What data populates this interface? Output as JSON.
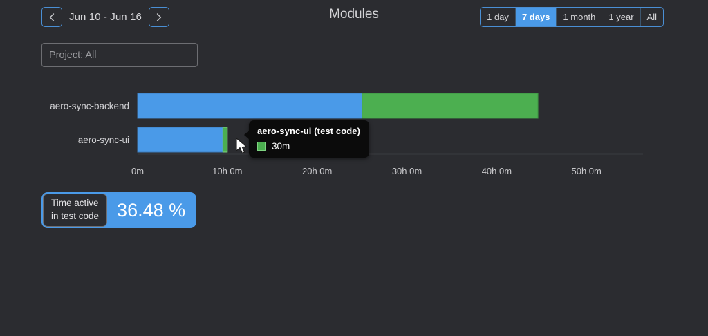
{
  "header": {
    "title": "Modules",
    "date_range_label": "Jun 10 - Jun 16",
    "prev_icon": "chevron-left-icon",
    "next_icon": "chevron-right-icon",
    "range_options": [
      {
        "label": "1 day",
        "active": false
      },
      {
        "label": "7 days",
        "active": true
      },
      {
        "label": "1 month",
        "active": false
      },
      {
        "label": "1 year",
        "active": false
      },
      {
        "label": "All",
        "active": false
      }
    ]
  },
  "filters": {
    "project_placeholder": "Project: All",
    "project_value": ""
  },
  "tooltip": {
    "title": "aero-sync-ui (test code)",
    "swatch_color": "#4caf50",
    "value": "30m"
  },
  "stat": {
    "label_line1": "Time active",
    "label_line2": "in test code",
    "value": "36.48 %",
    "accent": "#4a9ae8"
  },
  "colors": {
    "background": "#2b2c30",
    "series_code": "#4a9ae8",
    "series_test_code": "#4caf50",
    "accent_border": "#4a8fd4",
    "axis_text": "#c9c9cc"
  },
  "chart_data": {
    "type": "bar",
    "orientation": "horizontal",
    "stacked": true,
    "title": "Modules",
    "xlabel": "",
    "ylabel": "",
    "categories": [
      "aero-sync-backend",
      "aero-sync-ui"
    ],
    "series": [
      {
        "name": "code",
        "color": "#4a9ae8",
        "values": [
          25.0,
          9.5
        ]
      },
      {
        "name": "test code",
        "color": "#4caf50",
        "values": [
          19.6,
          0.5
        ]
      }
    ],
    "totals_hours": [
      44.6,
      10.0
    ],
    "xlim": [
      0,
      56.3
    ],
    "xticks": [
      0,
      10,
      20,
      30,
      40,
      50
    ],
    "xtick_labels": [
      "0m",
      "10h 0m",
      "20h 0m",
      "30h 0m",
      "40h 0m",
      "50h 0m"
    ],
    "grid": false,
    "legend": "none",
    "units": "hours"
  }
}
